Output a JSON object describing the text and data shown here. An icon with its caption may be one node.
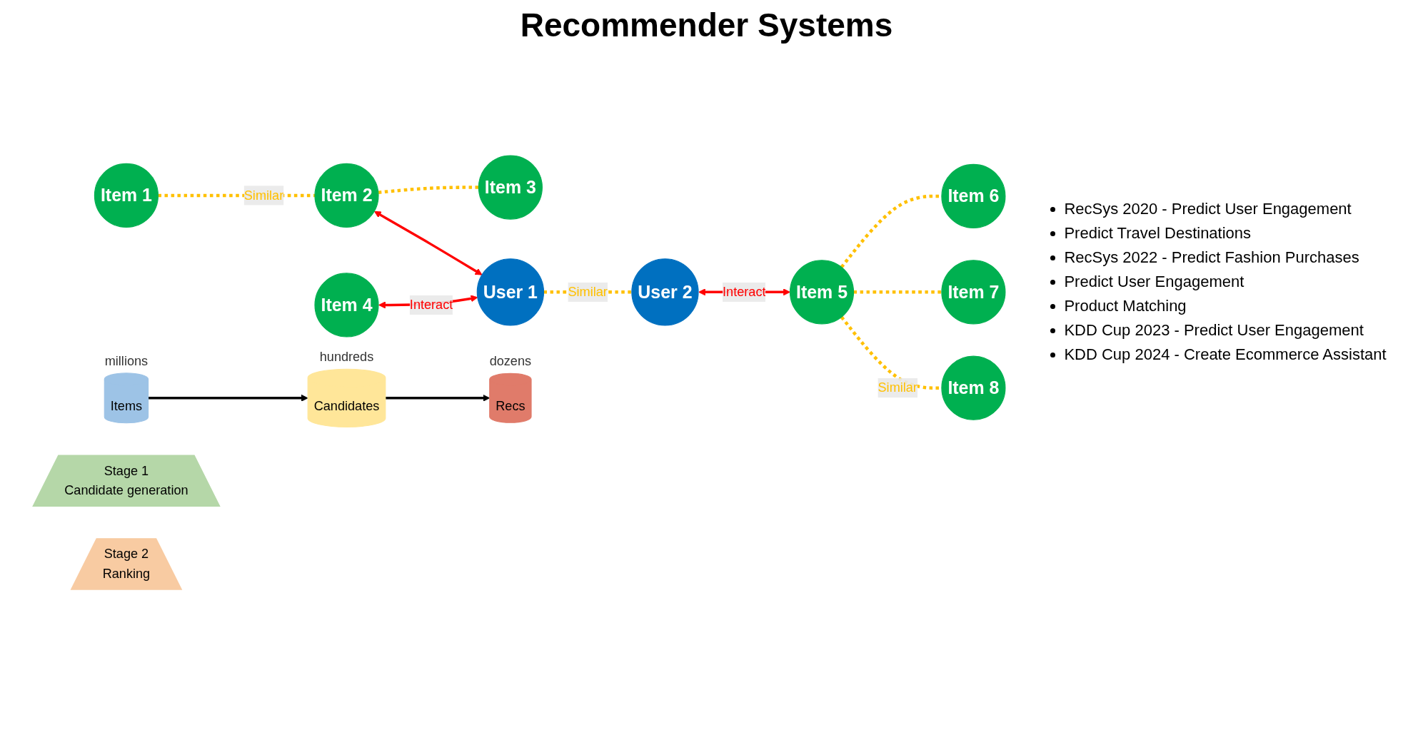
{
  "diagram": {
    "title": "Recommender Systems",
    "nodes": [
      {
        "text": [
          "Item 1"
        ]
      },
      {
        "text": [
          "Item 2"
        ]
      },
      {
        "text": [
          "Item 3"
        ]
      },
      {
        "text": [
          "Item 4"
        ]
      },
      {
        "text": [
          "User 1"
        ]
      },
      {
        "text": [
          "User 2"
        ]
      },
      {
        "text": [
          "Item 5"
        ]
      },
      {
        "text": [
          "Item 6"
        ]
      },
      {
        "text": [
          "Item 7"
        ]
      },
      {
        "text": [
          "Item 8"
        ]
      },
      {
        "text": [
          "Items"
        ],
        "beside": [
          "millions"
        ]
      },
      {
        "text": [
          "Stage 1",
          "Candidate generation"
        ]
      },
      {
        "text": [
          "Candidates"
        ],
        "beside": [
          "hundreds"
        ]
      },
      {
        "text": [
          "Stage 2",
          "Ranking"
        ]
      },
      {
        "text": [
          "Recs"
        ],
        "beside": [
          "dozens"
        ]
      }
    ],
    "edges": [
      {
        "from": 0,
        "to": 1,
        "arrow": "none",
        "style": "dashed",
        "label": "Similar"
      },
      {
        "from": 1,
        "to": 2,
        "arrow": "none",
        "style": "dashed"
      },
      {
        "from": 1,
        "to": 4,
        "arrow": "both",
        "color": "#ff0000"
      },
      {
        "from": 3,
        "to": 4,
        "arrow": "both",
        "color": "#ff0000",
        "label": "Interact"
      },
      {
        "from": 4,
        "to": 5,
        "arrow": "none",
        "style": "dashed",
        "label": "Similar"
      },
      {
        "from": 5,
        "to": 6,
        "arrow": "both",
        "color": "#ff0000",
        "label": "Interact"
      },
      {
        "from": 6,
        "to": 7,
        "arrow": "none",
        "style": "dashed"
      },
      {
        "from": 6,
        "to": 8,
        "arrow": "none",
        "style": "dashed"
      },
      {
        "from": 6,
        "to": 9,
        "arrow": "none",
        "style": "dashed",
        "label": "Similar"
      },
      {
        "from": 10,
        "to": 12,
        "arrow": "to",
        "color": "#000000"
      },
      {
        "from": 12,
        "to": 14,
        "arrow": "to",
        "color": "#000000"
      }
    ],
    "labels": [
      "RecSys 2020 - Predict User Engagement",
      "Predict Travel Destinations",
      "RecSys 2022 - Predict Fashion Purchases",
      "Predict User Engagement",
      "Product Matching",
      "KDD Cup 2023 - Predict User Engagement",
      "KDD Cup 2024 - Create Ecommerce Assistant"
    ]
  }
}
